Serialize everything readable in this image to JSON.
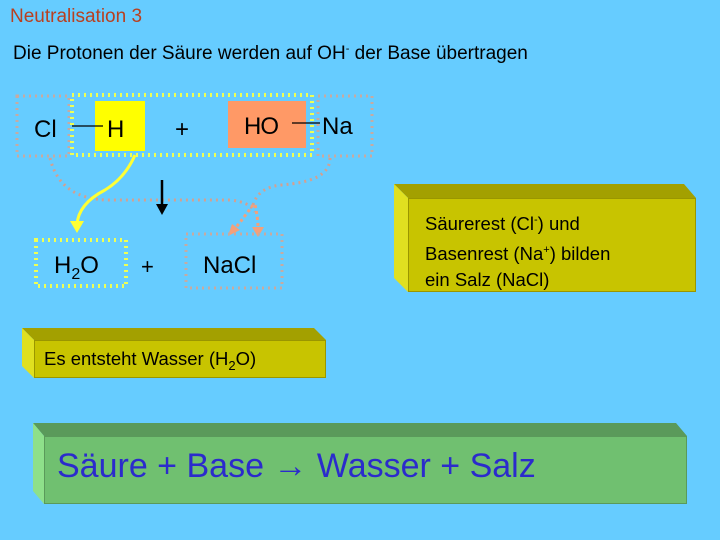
{
  "slide": {
    "title": "Neutralisation 3",
    "subtitle_main": "Die Protonen der Säure werden auf OH",
    "subtitle_sup": "-",
    "subtitle_end": " der Base übertragen"
  },
  "reaction": {
    "acid_anion": "Cl",
    "acid_proton": "H",
    "plus_1": "+",
    "base_hydroxide": "HO",
    "base_cation": "Na",
    "product_water_h": "H",
    "product_water_sub": "2",
    "product_water_o": "O",
    "plus_2": "+",
    "product_salt": "NaCl"
  },
  "colors": {
    "background": "#66ccff",
    "title": "#b84020",
    "proton_highlight": "#ffff00",
    "hydroxide_highlight": "#ff9966",
    "dotted_yellow": "#eeff55",
    "dotted_gray": "#c8aaa0",
    "arrow_salmon": "#f4a07a",
    "summary_text": "#2b2bcc"
  },
  "notes": {
    "salt_line1_a": "Säurerest (Cl",
    "salt_line1_sup": "-",
    "salt_line1_b": ") und",
    "salt_line2_a": "Basenrest (Na",
    "salt_line2_sup": "+",
    "salt_line2_b": ") bilden",
    "salt_line3": "ein Salz (NaCl)",
    "water_a": "Es entsteht Wasser (H",
    "water_sub": "2",
    "water_b": "O)"
  },
  "summary": {
    "left": "Säure + Base ",
    "arrow": "→",
    "right": " Wasser + Salz"
  }
}
